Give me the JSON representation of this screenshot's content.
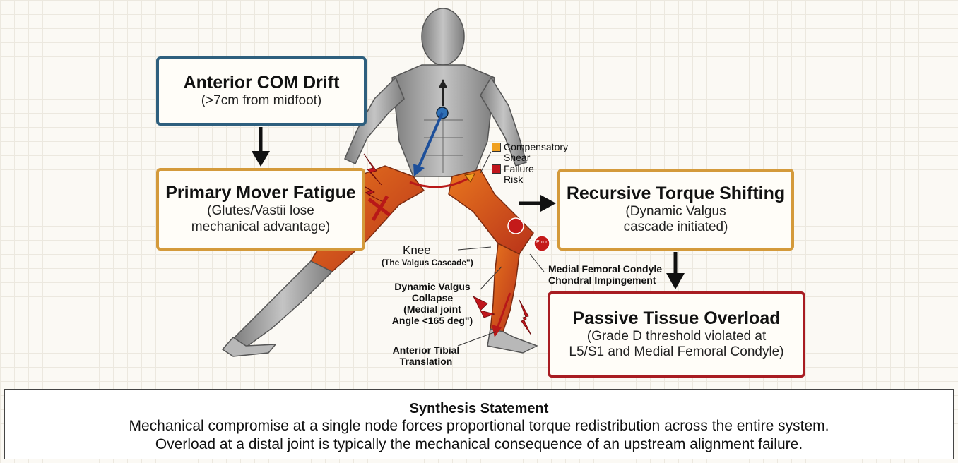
{
  "boxes": {
    "com": {
      "title": "Anterior COM Drift",
      "sub": "(>7cm from midfoot)"
    },
    "fatigue": {
      "title": "Primary Mover Fatigue",
      "sub1": "(Glutes/Vastii lose",
      "sub2": "mechanical advantage)"
    },
    "torque": {
      "title": "Recursive Torque Shifting",
      "sub1": "(Dynamic Valgus",
      "sub2": "cascade initiated)"
    },
    "overload": {
      "title": "Passive Tissue Overload",
      "sub1": "(Grade D threshold violated at",
      "sub2": "L5/S1 and Medial Femoral Condyle)"
    }
  },
  "legend": {
    "items": [
      {
        "label": "Compensatory Shear",
        "color": "#f0a020"
      },
      {
        "label": "Failure Risk",
        "color": "#c0161c"
      }
    ]
  },
  "annotations": {
    "knee_title": "Knee",
    "knee_sub": "(The Valgus Cascade\")",
    "collapse1": "Dynamic Valgus",
    "collapse2": "Collapse",
    "collapse3": "(Medial joint",
    "collapse4": "Angle <165 deg\")",
    "tibial1": "Anterior Tibial",
    "tibial2": "Translation",
    "condyle1": "Medial Femoral Condyle",
    "condyle2": "Chondral Impingement",
    "marker": "Error"
  },
  "synthesis": {
    "heading": "Synthesis Statement",
    "line1": "Mechanical compromise at a single node forces proportional torque redistribution across the entire system.",
    "line2": "Overload at a distal joint is typically the mechanical consequence of an upstream alignment failure."
  },
  "colors": {
    "blue": "#2e5f7e",
    "gold": "#d49a3b",
    "red": "#a81c22",
    "muscle": "#d4531c",
    "skin": "#9a9a9a"
  }
}
